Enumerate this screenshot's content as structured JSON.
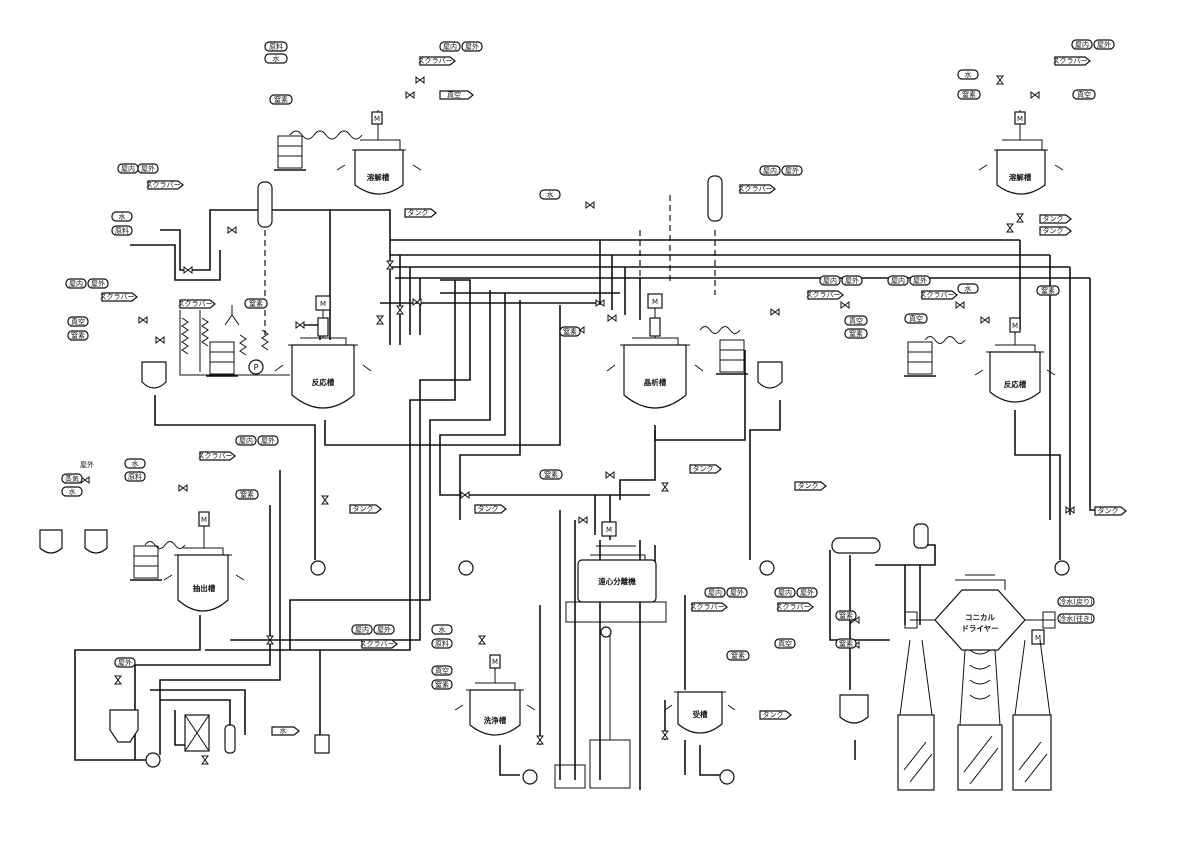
{
  "tags": {
    "okugai": "屋外",
    "okunai": "屋内",
    "scrubber": "スクラバー",
    "tank": "タンク",
    "nitrogen": "窒素",
    "vacuum": "真空",
    "water": "水",
    "raw": "原料",
    "steam": "蒸気",
    "cold_ret": "冷水(戻り)",
    "cold_sup": "冷水(往き)",
    "outdoor_plain": "屋外"
  },
  "motor": "M",
  "pump_symbol": "P",
  "equipment": {
    "dissolve1": "溶解槽",
    "dissolve2": "溶解槽",
    "reactor1": "反応槽",
    "crystallizer": "晶析槽",
    "reactor2": "反応槽",
    "extractor": "抽出槽",
    "centrifuge": "遠心分離機",
    "washer": "洗浄槽",
    "receiver": "受槽",
    "dryer_line1": "コニカル",
    "dryer_line2": "ドライヤー"
  }
}
